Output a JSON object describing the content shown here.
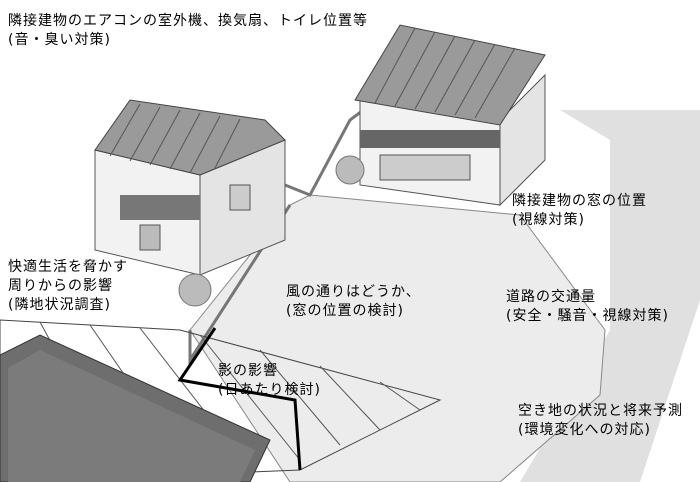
{
  "labels": {
    "neighbor_equipment": {
      "line1": "隣接建物のエアコンの室外機、換気扇、トイレ位置等",
      "line2": "(音・臭い対策)"
    },
    "surroundings": {
      "line1": "快適生活を脅かす",
      "line2": "周りからの影響",
      "line3": "(隣地状況調査)"
    },
    "neighbor_windows": {
      "line1": "隣接建物の窓の位置",
      "line2": "(視線対策)"
    },
    "wind": {
      "line1": "風の通りはどうか、",
      "line2": "(窓の位置の検討)"
    },
    "traffic": {
      "line1": "道路の交通量",
      "line2": "(安全・騒音・視線対策)"
    },
    "shadow": {
      "line1": "影の影響",
      "line2": "(日あたり検討)"
    },
    "vacant_lot": {
      "line1": "空き地の状況と将来予測",
      "line2": "(環境変化への対応)"
    }
  },
  "colors": {
    "ground": "#ececec",
    "road": "#e2e2e2",
    "roof": "#9a9a9a",
    "wall": "#f4f4f4",
    "dark_roof": "#6e6e6e"
  }
}
